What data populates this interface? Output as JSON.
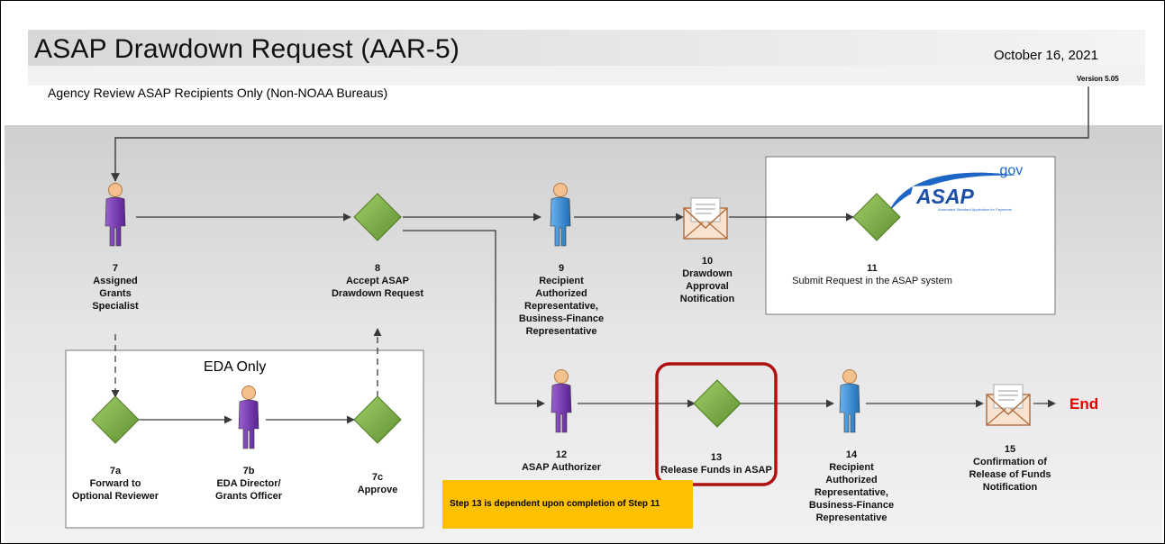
{
  "header": {
    "title": "ASAP Drawdown Request (AAR-5)",
    "subtitle": "Agency Review ASAP Recipients Only (Non-NOAA Bureaus)",
    "date": "October 16, 2021",
    "version": "Version 5.05"
  },
  "eda_box": {
    "title": "EDA Only"
  },
  "asap_logo": {
    "text": "ASAP",
    "domain": ".gov",
    "tagline": "Automated Standard Application for Payments"
  },
  "steps": [
    {
      "num": "7",
      "label": [
        "Assigned",
        "Grants",
        "Specialist"
      ],
      "icon": "person-purple-icon"
    },
    {
      "num": "8",
      "label": [
        "Accept ASAP",
        "Drawdown Request"
      ],
      "icon": "diamond-decision-icon"
    },
    {
      "num": "9",
      "label": [
        "Recipient",
        "Authorized",
        "Representative,",
        "Business-Finance",
        "Representative"
      ],
      "icon": "person-blue-icon"
    },
    {
      "num": "10",
      "label": [
        "Drawdown",
        "Approval",
        "Notification"
      ],
      "icon": "envelope-icon"
    },
    {
      "num": "11",
      "label": [
        "Submit Request in the ASAP system"
      ],
      "icon": "diamond-decision-icon"
    },
    {
      "num": "7a",
      "label": [
        "Forward to",
        "Optional Reviewer"
      ],
      "icon": "diamond-decision-icon"
    },
    {
      "num": "7b",
      "label": [
        "EDA Director/",
        "Grants Officer"
      ],
      "icon": "person-purple-icon"
    },
    {
      "num": "7c",
      "label": [
        "Approve"
      ],
      "icon": "diamond-decision-icon"
    },
    {
      "num": "12",
      "label": [
        "ASAP Authorizer"
      ],
      "icon": "person-purple-icon"
    },
    {
      "num": "13",
      "label": [
        "Release Funds in ASAP"
      ],
      "icon": "diamond-decision-icon"
    },
    {
      "num": "14",
      "label": [
        "Recipient",
        "Authorized",
        "Representative,",
        "Business-Finance",
        "Representative"
      ],
      "icon": "person-blue-icon"
    },
    {
      "num": "15",
      "label": [
        "Confirmation of",
        "Release of Funds",
        "Notification"
      ],
      "icon": "envelope-icon"
    }
  ],
  "note": "Step 13 is dependent upon completion of Step 11",
  "end_label": "End",
  "colors": {
    "purple_person": "#7e3fb5",
    "blue_person": "#3a8fd6",
    "diamond": "#7fb347",
    "highlight": "#b01010",
    "note_bg": "#ffc000",
    "end": "#e00000"
  }
}
